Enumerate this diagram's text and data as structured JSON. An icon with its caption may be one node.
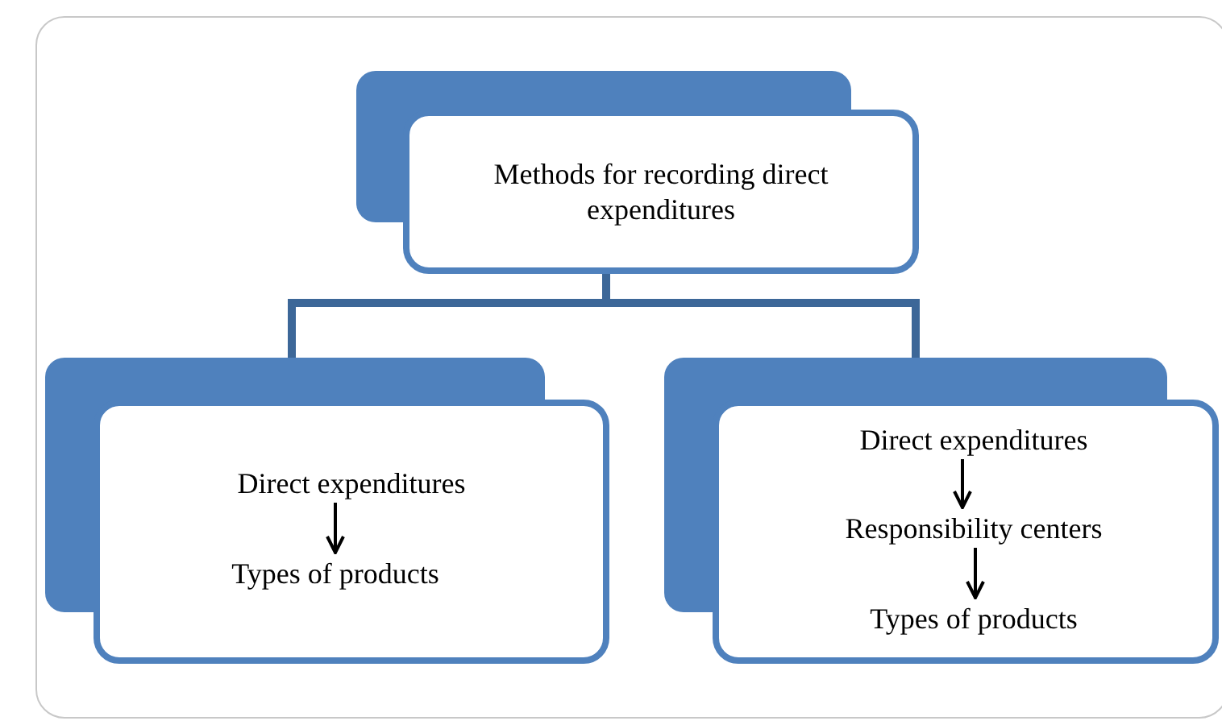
{
  "diagram": {
    "nodes": [
      {
        "text": [
          "Methods for recording direct expenditures"
        ]
      },
      {
        "text": [],
        "shape": "box"
      },
      {
        "text": [],
        "shape": "box"
      },
      {
        "text": [
          "Direct expenditures"
        ],
        "in": 1
      },
      {
        "text": [
          "Types of products"
        ],
        "in": 1
      },
      {
        "text": [
          "Direct expenditures"
        ],
        "in": 2
      },
      {
        "text": [
          "Responsibility centers"
        ],
        "in": 2
      },
      {
        "text": [
          "Types of products"
        ],
        "in": 2
      }
    ],
    "edges": [
      {
        "from": 0,
        "to": 1,
        "arrow": "none",
        "style": "thick",
        "color": "#3c6798"
      },
      {
        "from": 0,
        "to": 2,
        "arrow": "none",
        "style": "thick",
        "color": "#3c6798"
      },
      {
        "from": 3,
        "to": 4,
        "arrow": "to"
      },
      {
        "from": 5,
        "to": 6,
        "arrow": "to"
      },
      {
        "from": 6,
        "to": 7,
        "arrow": "to"
      }
    ]
  }
}
